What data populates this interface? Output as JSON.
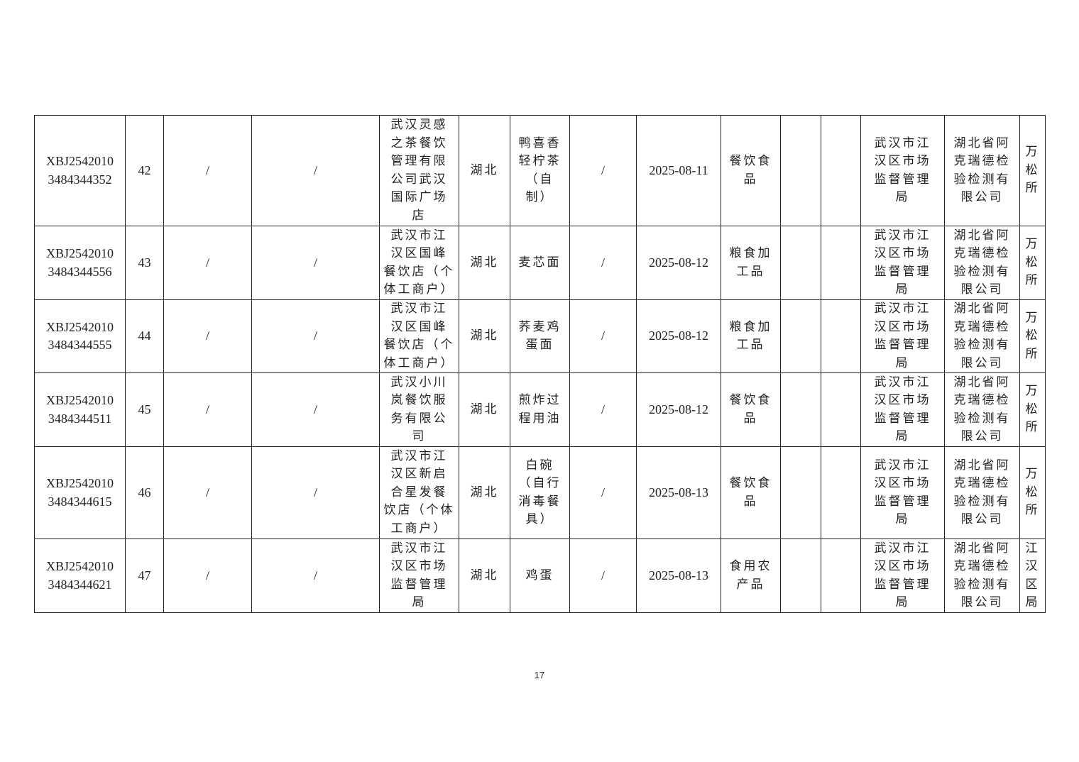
{
  "rows": [
    {
      "code": "XBJ2542010\n3484344352",
      "seq": "42",
      "c3": "/",
      "c4": "/",
      "company": "武汉灵感\n之茶餐饮\n管理有限\n公司武汉\n国际广场\n店",
      "province": "湖北",
      "product": "鸭喜香\n轻柠茶\n（自\n制）",
      "spec": "/",
      "date": "2025-08-11",
      "category": "餐饮食\n品",
      "c11": "",
      "c12": "",
      "agency": "武汉市江\n汉区市场\n监督管理\n局",
      "lab": "湖北省阿\n克瑞德检\n验检测有\n限公司",
      "unit": "万\n松\n所"
    },
    {
      "code": "XBJ2542010\n3484344556",
      "seq": "43",
      "c3": "/",
      "c4": "/",
      "company": "武汉市江\n汉区国峰\n餐饮店（个\n体工商户）",
      "province": "湖北",
      "product": "麦芯面",
      "spec": "/",
      "date": "2025-08-12",
      "category": "粮食加\n工品",
      "c11": "",
      "c12": "",
      "agency": "武汉市江\n汉区市场\n监督管理\n局",
      "lab": "湖北省阿\n克瑞德检\n验检测有\n限公司",
      "unit": "万\n松\n所"
    },
    {
      "code": "XBJ2542010\n3484344555",
      "seq": "44",
      "c3": "/",
      "c4": "/",
      "company": "武汉市江\n汉区国峰\n餐饮店（个\n体工商户）",
      "province": "湖北",
      "product": "荞麦鸡\n蛋面",
      "spec": "/",
      "date": "2025-08-12",
      "category": "粮食加\n工品",
      "c11": "",
      "c12": "",
      "agency": "武汉市江\n汉区市场\n监督管理\n局",
      "lab": "湖北省阿\n克瑞德检\n验检测有\n限公司",
      "unit": "万\n松\n所"
    },
    {
      "code": "XBJ2542010\n3484344511",
      "seq": "45",
      "c3": "/",
      "c4": "/",
      "company": "武汉小川\n岚餐饮服\n务有限公\n司",
      "province": "湖北",
      "product": "煎炸过\n程用油",
      "spec": "/",
      "date": "2025-08-12",
      "category": "餐饮食\n品",
      "c11": "",
      "c12": "",
      "agency": "武汉市江\n汉区市场\n监督管理\n局",
      "lab": "湖北省阿\n克瑞德检\n验检测有\n限公司",
      "unit": "万\n松\n所"
    },
    {
      "code": "XBJ2542010\n3484344615",
      "seq": "46",
      "c3": "/",
      "c4": "/",
      "company": "武汉市江\n汉区新启\n合星发餐\n饮店（个体\n工商户）",
      "province": "湖北",
      "product": "白碗\n（自行\n消毒餐\n具）",
      "spec": "/",
      "date": "2025-08-13",
      "category": "餐饮食\n品",
      "c11": "",
      "c12": "",
      "agency": "武汉市江\n汉区市场\n监督管理\n局",
      "lab": "湖北省阿\n克瑞德检\n验检测有\n限公司",
      "unit": "万\n松\n所"
    },
    {
      "code": "XBJ2542010\n3484344621",
      "seq": "47",
      "c3": "/",
      "c4": "/",
      "company": "武汉市江\n汉区市场\n监督管理\n局",
      "province": "湖北",
      "product": "鸡蛋",
      "spec": "/",
      "date": "2025-08-13",
      "category": "食用农\n产品",
      "c11": "",
      "c12": "",
      "agency": "武汉市江\n汉区市场\n监督管理\n局",
      "lab": "湖北省阿\n克瑞德检\n验检测有\n限公司",
      "unit": "江\n汉\n区\n局"
    }
  ],
  "page_number": "17"
}
